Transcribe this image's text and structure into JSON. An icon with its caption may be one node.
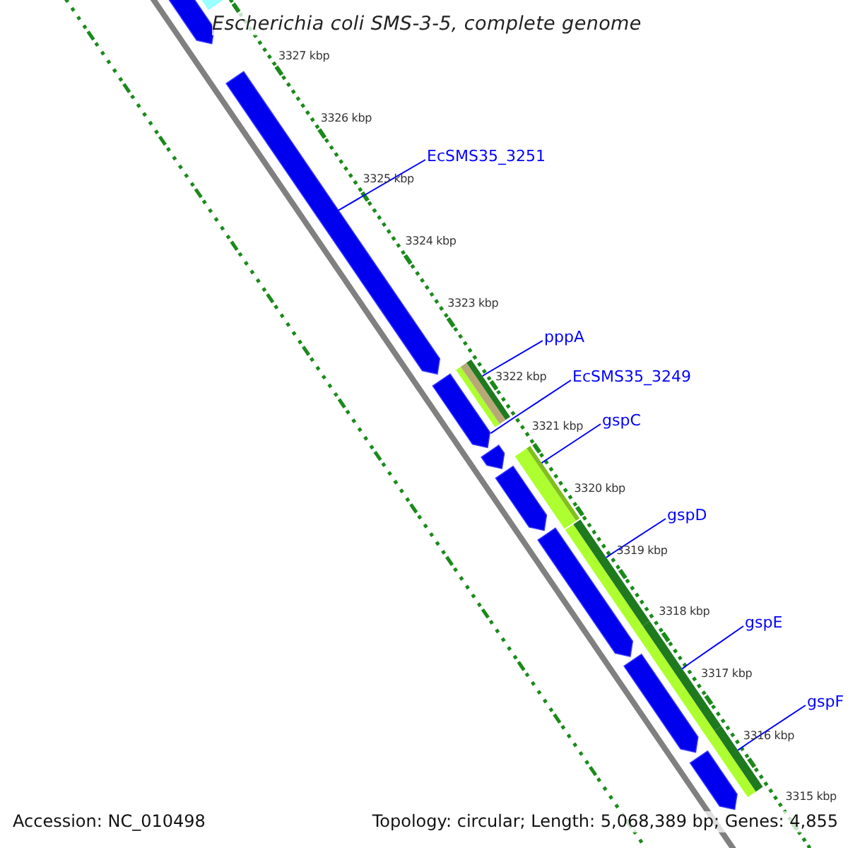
{
  "diagram": {
    "title": "Escherichia coli SMS-3-5, complete genome",
    "nodes": [
      {
        "text": [
          "EcSMS35_3251"
        ]
      },
      {
        "text": [
          "pppA"
        ]
      },
      {
        "text": [
          "EcSMS35_3249"
        ]
      },
      {
        "text": [
          "gspC"
        ]
      },
      {
        "text": [
          "gspD"
        ]
      },
      {
        "text": [
          "gspE"
        ]
      },
      {
        "text": [
          "gspF"
        ]
      },
      {
        "text": [],
        "shape": "arrow"
      },
      {
        "text": [],
        "shape": "bar"
      },
      {
        "text": [],
        "shape": "arrow"
      },
      {
        "text": [],
        "shape": "bar"
      },
      {
        "text": [],
        "shape": "bar"
      },
      {
        "text": [],
        "shape": "bar"
      },
      {
        "text": [],
        "shape": "bar"
      },
      {
        "text": [],
        "shape": "arrow"
      },
      {
        "text": [],
        "shape": "bar"
      },
      {
        "text": [],
        "shape": "arrow"
      },
      {
        "text": [],
        "shape": "arrow"
      },
      {
        "text": [],
        "shape": "arrow"
      },
      {
        "text": [],
        "shape": "arrow"
      },
      {
        "text": [],
        "shape": "arrow"
      }
    ],
    "edges": [
      {
        "from": 0,
        "to": 7,
        "arrow": "none"
      },
      {
        "from": 1,
        "to": 8,
        "arrow": "none"
      },
      {
        "from": 2,
        "to": 9,
        "arrow": "none"
      },
      {
        "from": 3,
        "to": 10,
        "arrow": "none"
      },
      {
        "from": 4,
        "to": 11,
        "arrow": "none"
      },
      {
        "from": 5,
        "to": 12,
        "arrow": "none"
      },
      {
        "from": 6,
        "to": 13,
        "arrow": "none"
      }
    ],
    "labels": [
      "3327 kbp",
      "3326 kbp",
      "3325 kbp",
      "3324 kbp",
      "3323 kbp",
      "3322 kbp",
      "3321 kbp",
      "3320 kbp",
      "3319 kbp",
      "3318 kbp",
      "3317 kbp",
      "3316 kbp",
      "3315 kbp",
      "Accession: NC_010498",
      "Topology: circular; Length: 5,068,389 bp; Genes: 4,855"
    ]
  }
}
